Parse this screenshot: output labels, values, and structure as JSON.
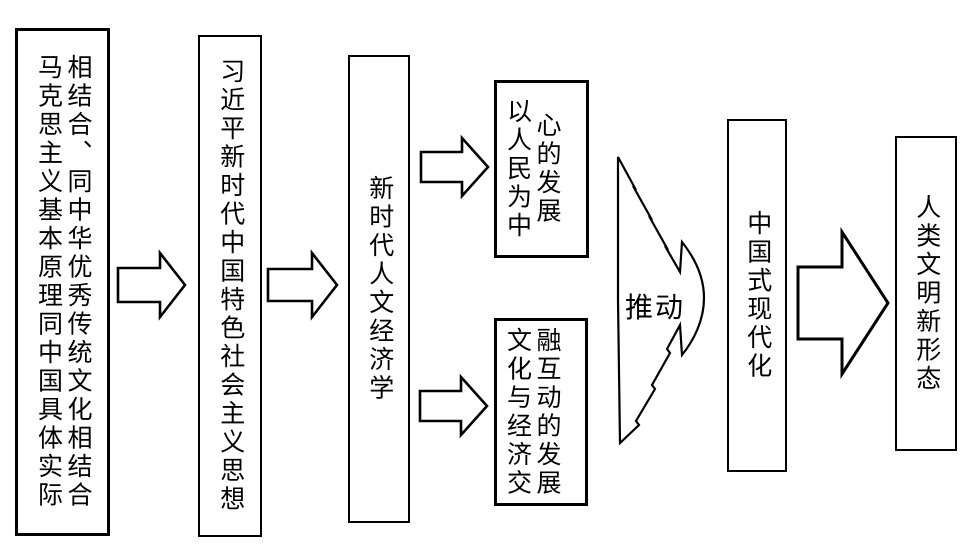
{
  "diagram": {
    "colors": {
      "background": "#ffffff",
      "stroke": "#000000",
      "text": "#000000"
    },
    "boxes": {
      "marxism": {
        "text": "马克思主义基本原理同中国具体实际相结合、同中华优秀传统文化相结合",
        "columns": [
          "马克思主义基本原理同中国具体实际",
          "相结合、同中华优秀传统文化相结合"
        ]
      },
      "xi_thought": {
        "text": "习近平新时代中国特色社会主义思想",
        "columns": [
          "习近平新时代中国特色社会主义思想"
        ]
      },
      "humanistic_economics": {
        "text": "新时代人文经济学",
        "columns": [
          "新时代人文经济学"
        ]
      },
      "people_centered": {
        "text": "以人民为中心的发展",
        "columns": [
          "以人民为中",
          "心的发展"
        ]
      },
      "culture_economy": {
        "text": "文化与经济交融互动的发展",
        "columns": [
          "文化与经济交",
          "融互动的发展"
        ]
      },
      "chinese_modernization": {
        "text": "中国式现代化",
        "columns": [
          "中国式现代化"
        ]
      },
      "civilization": {
        "text": "人类文明新形态",
        "columns": [
          "人类文明新形态"
        ]
      }
    },
    "merge_arrow": {
      "label": "推动"
    }
  }
}
